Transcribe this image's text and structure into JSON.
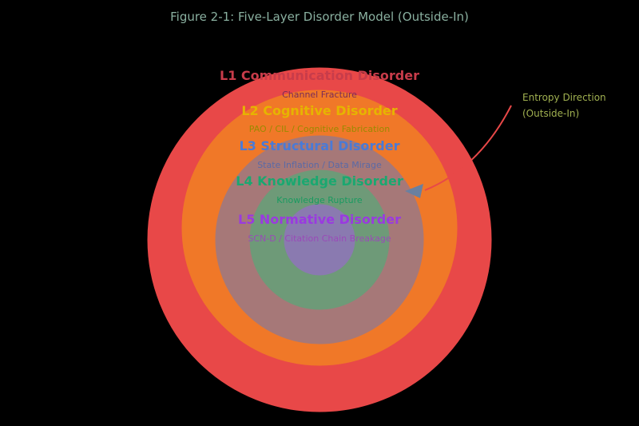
{
  "title": "Figure 2-1: Five-Layer Disorder Model (Outside-In)",
  "layers": [
    {
      "id": "L1",
      "name": "L1 Communication Disorder",
      "subtitle": "Channel Fracture",
      "ring_color": "#e84848",
      "label_color": "#c83c4a",
      "subtitle_color": "#7a2a5a"
    },
    {
      "id": "L2",
      "name": "L2 Cognitive Disorder",
      "subtitle": "PAO / CIL / Cognitive Fabrication",
      "ring_color": "#f07828",
      "label_color": "#e6b400",
      "subtitle_color": "#9a8a00"
    },
    {
      "id": "L3",
      "name": "L3 Structural Disorder",
      "subtitle": "State Inflation / Data Mirage",
      "ring_color": "#a67878",
      "label_color": "#4a7ad6",
      "subtitle_color": "#5a6aa6"
    },
    {
      "id": "L4",
      "name": "L4 Knowledge Disorder",
      "subtitle": "Knowledge Rupture",
      "ring_color": "#6e9a78",
      "label_color": "#1aa870",
      "subtitle_color": "#1a9a60"
    },
    {
      "id": "L5",
      "name": "L5 Normative Disorder",
      "subtitle": "SCN-D / Citation Chain Breakage",
      "ring_color": "#8a7ab0",
      "label_color": "#9a3ae0",
      "subtitle_color": "#9a4ab8"
    }
  ],
  "annotation": {
    "line1": "Entropy Direction",
    "line2": "(Outside-In)",
    "text_color": "#a0b050",
    "arrow_color": "#e84848",
    "arrowhead_color": "#6a80a0"
  },
  "title_color": "#8ab0a0"
}
